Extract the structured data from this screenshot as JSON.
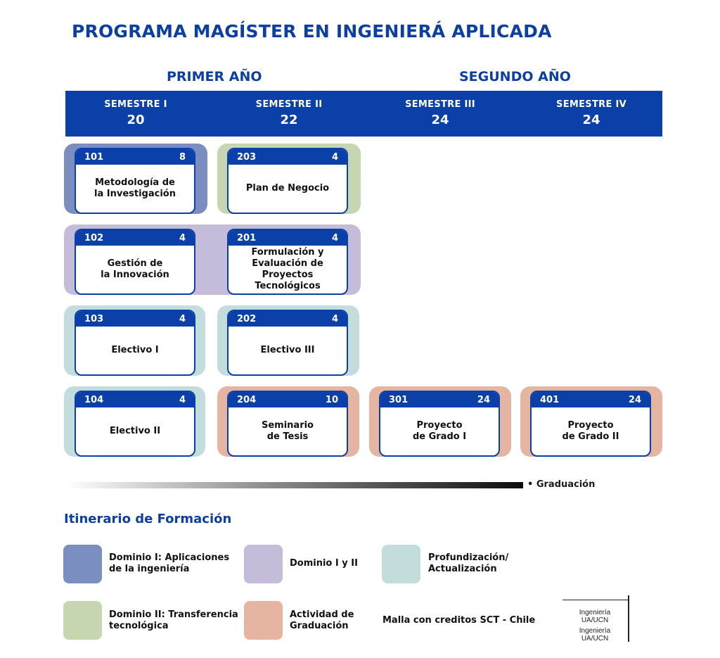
{
  "title": "PROGRAMA MAGÍSTER EN INGENIERÁ APLICADA",
  "years": [
    "PRIMER AÑO",
    "SEGUNDO AÑO"
  ],
  "semesters": [
    {
      "label": "SEMESTRE I",
      "credits": "20"
    },
    {
      "label": "SEMESTRE II",
      "credits": "22"
    },
    {
      "label": "SEMESTRE III",
      "credits": "24"
    },
    {
      "label": "SEMESTRE IV",
      "credits": "24"
    }
  ],
  "colors": {
    "accent": "#0b40a8",
    "dominio_1": "#7a8fc0",
    "dominio_2": "#c5d6b0",
    "dominio_1_2": "#c4bcd8",
    "profundizacion": "#c3dcdc",
    "graduacion": "#e6b5a2"
  },
  "courses": [
    {
      "code": "101",
      "credits": "8",
      "name": "Metodología de\nla Investigación"
    },
    {
      "code": "203",
      "credits": "4",
      "name": "Plan de Negocio"
    },
    {
      "code": "102",
      "credits": "4",
      "name": "Gestión de\nla Innovación"
    },
    {
      "code": "201",
      "credits": "4",
      "name": "Formulación y\nEvaluación de Proyectos\nTecnológicos"
    },
    {
      "code": "103",
      "credits": "4",
      "name": "Electivo I"
    },
    {
      "code": "202",
      "credits": "4",
      "name": "Electivo III"
    },
    {
      "code": "104",
      "credits": "4",
      "name": "Electivo II"
    },
    {
      "code": "204",
      "credits": "10",
      "name": "Seminario\nde Tesis"
    },
    {
      "code": "301",
      "credits": "24",
      "name": "Proyecto\nde Grado I"
    },
    {
      "code": "401",
      "credits": "24",
      "name": "Proyecto\nde Grado II"
    }
  ],
  "graduation_label": "• Graduación",
  "legend": {
    "title": "Itinerario de Formación",
    "items": [
      "Dominio I: Aplicaciones\nde la ingeniería",
      "Dominio I y II",
      "Profundización/\nActualización",
      "Dominio II: Transferencia\ntecnológica",
      "Actividad de\nGraduación"
    ],
    "note": "Malla con creditos SCT - Chile"
  },
  "logo": {
    "text_1": "Ingeniería\nUA/UCN",
    "text_2": "Ingeniería\nUA/UCN"
  }
}
